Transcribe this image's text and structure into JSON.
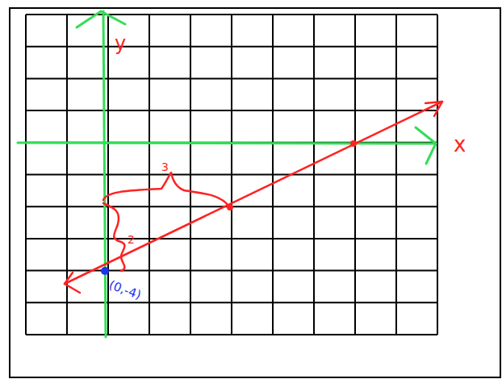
{
  "diagram": {
    "labels": [
      "y",
      "x",
      "3",
      "2",
      "(0,-4)"
    ]
  }
}
